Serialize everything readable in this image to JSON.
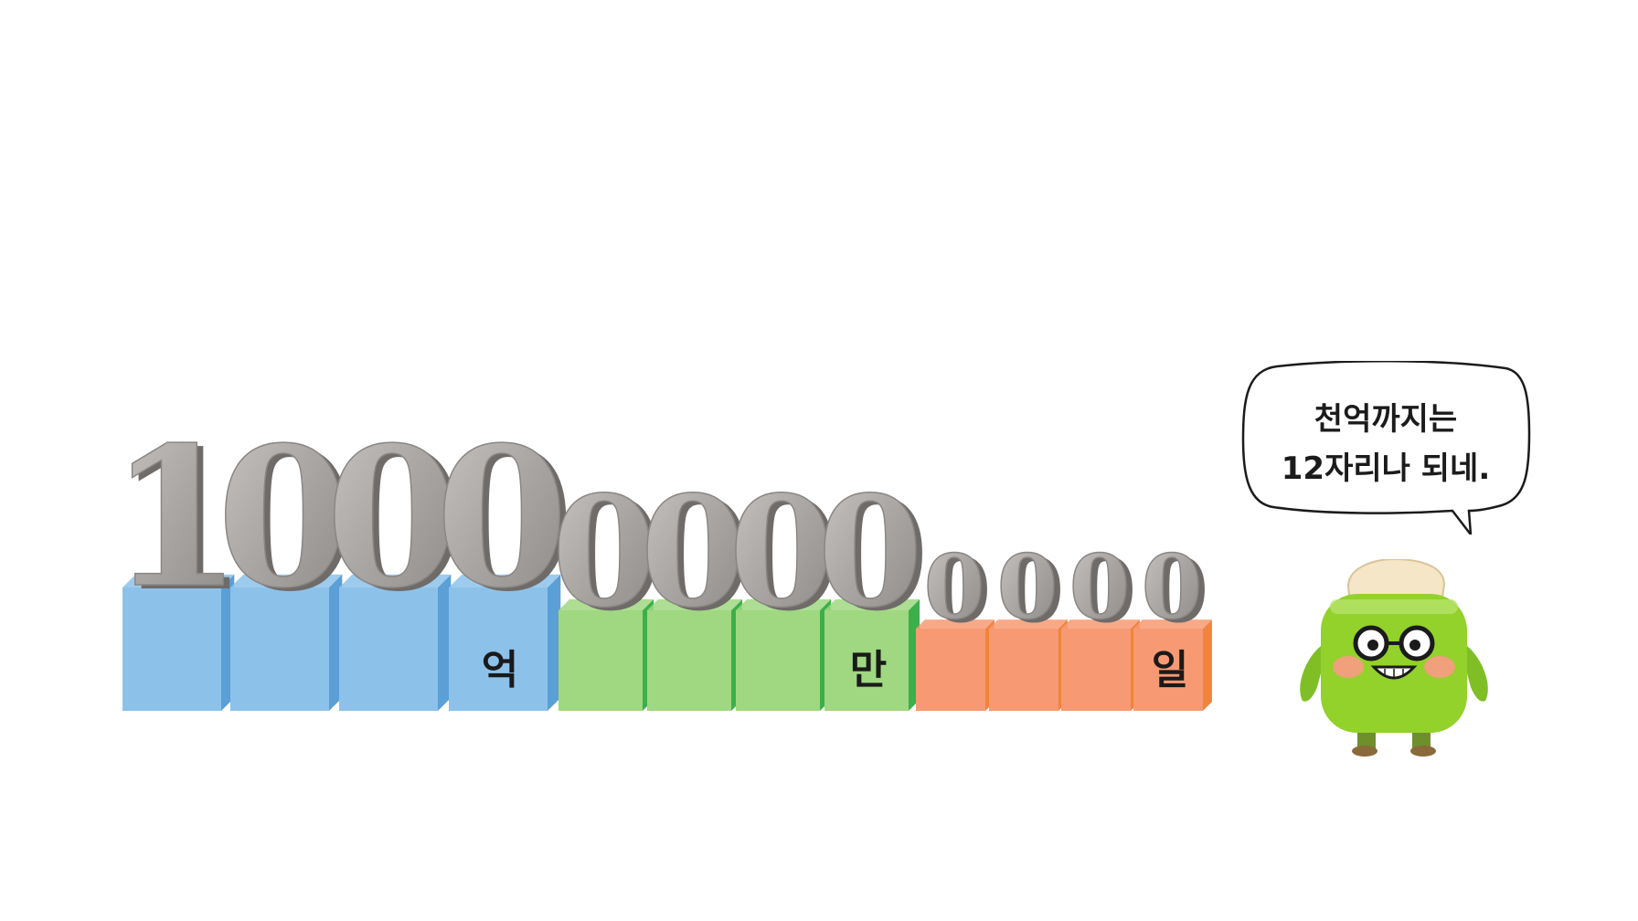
{
  "number": {
    "groups": [
      {
        "name": "eok",
        "unit": "억",
        "digits": [
          "1",
          "0",
          "0",
          "0"
        ],
        "color": "#8cc2ea",
        "side": "#5a9fd6"
      },
      {
        "name": "man",
        "unit": "만",
        "digits": [
          "0",
          "0",
          "0",
          "0"
        ],
        "color": "#9fd881",
        "side": "#3bb04a"
      },
      {
        "name": "il",
        "unit": "일",
        "digits": [
          "0",
          "0",
          "0",
          "0"
        ],
        "color": "#f79a73",
        "side": "#f0843a"
      }
    ]
  },
  "speech": {
    "line1": "천억까지는",
    "line2": "12자리나 되네."
  },
  "mascot": {
    "body_color": "#8fcf2a",
    "icon": "toaster-character-icon"
  }
}
